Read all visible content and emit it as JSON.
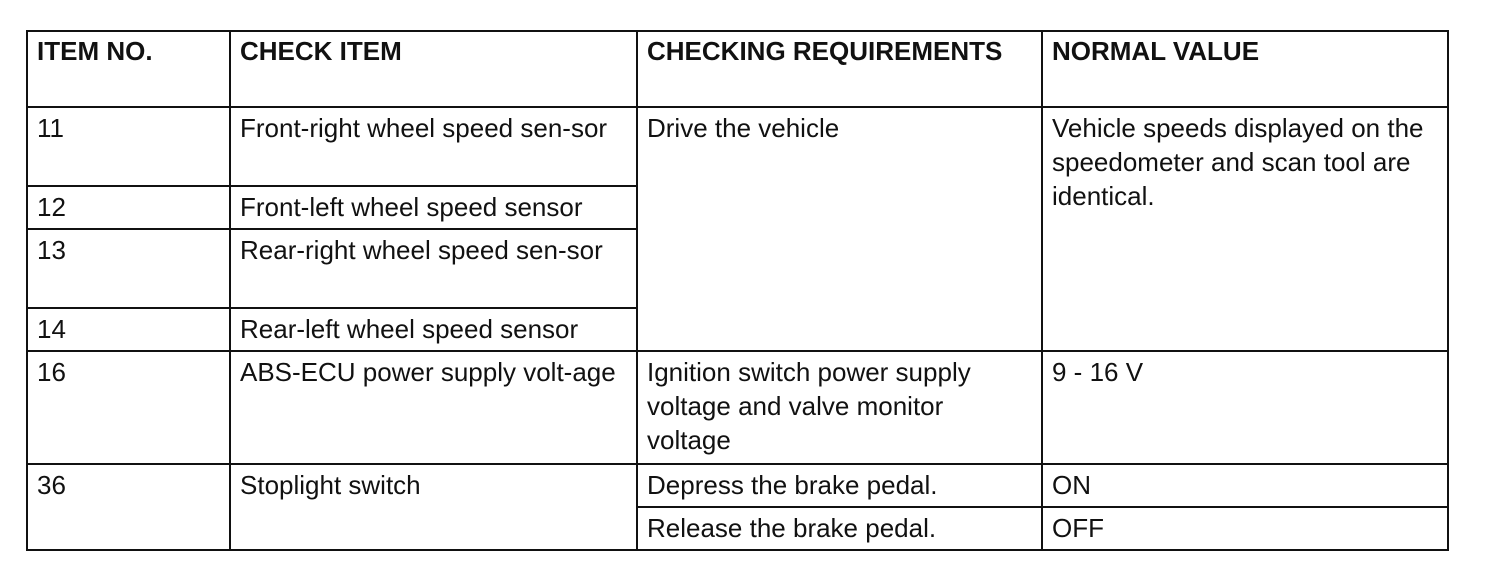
{
  "headers": {
    "item_no": "ITEM NO.",
    "check_item": "CHECK ITEM",
    "checking_requirements": "CHECKING REQUIREMENTS",
    "normal_value": "NORMAL VALUE"
  },
  "rows": [
    {
      "item_no": "11",
      "check_item": "Front-right wheel speed sen-sor"
    },
    {
      "item_no": "12",
      "check_item": "Front-left wheel speed sensor"
    },
    {
      "item_no": "13",
      "check_item": "Rear-right wheel speed sen-sor"
    },
    {
      "item_no": "14",
      "check_item": "Rear-left wheel speed sensor"
    },
    {
      "item_no": "16",
      "check_item": "ABS-ECU power supply volt-age"
    },
    {
      "item_no": "36",
      "check_item": "Stoplight switch"
    }
  ],
  "wheel_speed_group": {
    "checking_requirements": "Drive the vehicle",
    "normal_value": "Vehicle speeds displayed on the speedometer and scan tool are identical."
  },
  "power_supply": {
    "checking_requirements": "Ignition switch power supply voltage and valve monitor voltage",
    "normal_value": "9 - 16 V"
  },
  "stoplight": {
    "conditions": [
      {
        "checking_requirements": "Depress the brake pedal.",
        "normal_value": "ON"
      },
      {
        "checking_requirements": "Release the brake pedal.",
        "normal_value": "OFF"
      }
    ]
  }
}
